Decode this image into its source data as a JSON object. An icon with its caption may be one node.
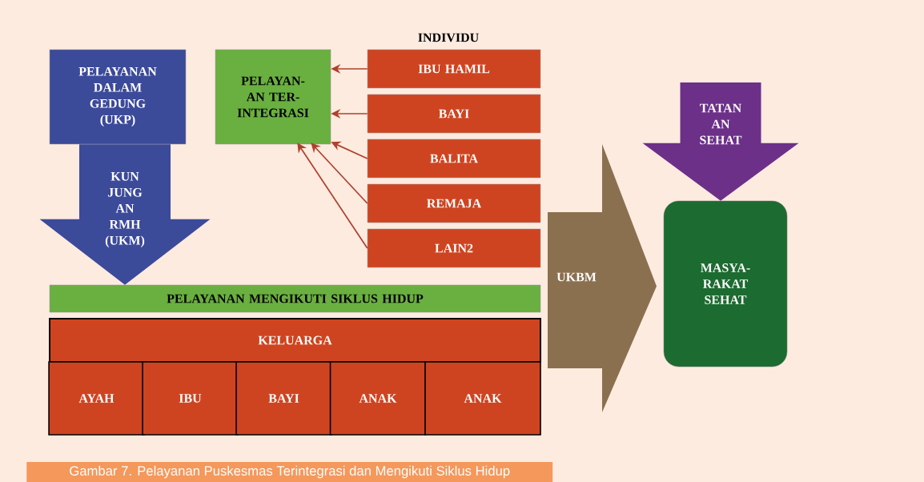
{
  "diagram": {
    "caption": "Gambar 7. Pelayanan Puskesmas Terintegrasi dan Mengikuti Siklus Hidup",
    "nodes": [
      {
        "text": [
          "PELAYANAN DALAM GEDUNG (UKP)"
        ]
      },
      {
        "text": [
          "PELAYAN- AN TER- INTEGRASI"
        ]
      },
      {
        "text": [
          "IBU HAMIL"
        ]
      },
      {
        "text": [
          "BAYI"
        ]
      },
      {
        "text": [
          "BALITA"
        ]
      },
      {
        "text": [
          "REMAJA"
        ]
      },
      {
        "text": [
          "LAIN2"
        ]
      },
      {
        "text": [
          "PELAYANAN MENGIKUTI SIKLUS HIDUP"
        ]
      },
      {
        "text": [
          "KELUARGA"
        ]
      },
      {
        "text": [
          "AYAH"
        ]
      },
      {
        "text": [
          "IBU"
        ]
      },
      {
        "text": [
          "BAYI"
        ]
      },
      {
        "text": [
          "ANAK"
        ]
      },
      {
        "text": [
          "ANAK"
        ]
      },
      {
        "text": [
          "UKBM"
        ]
      },
      {
        "text": [
          "MASYA- RAKAT SEHAT"
        ]
      }
    ],
    "edges": [
      {
        "from": 2,
        "to": 1,
        "arrow": "to"
      },
      {
        "from": 3,
        "to": 1,
        "arrow": "to"
      },
      {
        "from": 4,
        "to": 1,
        "arrow": "to"
      },
      {
        "from": 5,
        "to": 1,
        "arrow": "to"
      },
      {
        "from": 6,
        "to": 1,
        "arrow": "to"
      },
      {
        "from": 0,
        "to": 7,
        "arrow": "to",
        "label": "KUN JUNG AN RMH (UKM)",
        "style": "thick",
        "color": "#3c4a9a"
      },
      {
        "from": null,
        "to": 15,
        "arrow": "to",
        "label": "TATAN AN SEHAT",
        "style": "thick",
        "color": "#6c3089"
      }
    ],
    "labels": [
      "INDIVIDU"
    ]
  }
}
